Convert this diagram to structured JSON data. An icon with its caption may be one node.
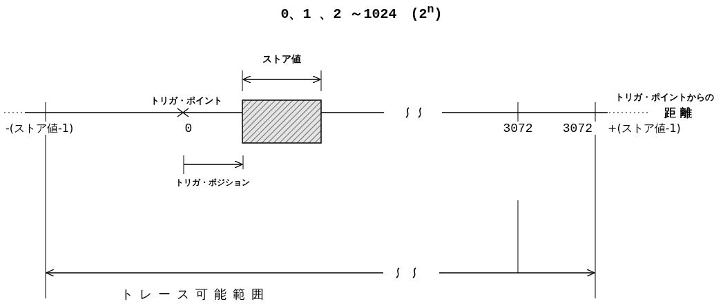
{
  "diagram": {
    "title": "0、1 、2 ～1024　(2$^{n}$)",
    "nodes": [
      {
        "text": [],
        "shape": "box"
      }
    ],
    "labels": [
      "ストア値",
      "トリガ・ポイント",
      "トリガ・ポイントからの",
      "距離",
      "-(ストア値-1)",
      "0",
      "3072",
      "3072",
      "+(ストア値-1)",
      "トリガ・ポジション",
      "トレース可能範囲"
    ]
  }
}
